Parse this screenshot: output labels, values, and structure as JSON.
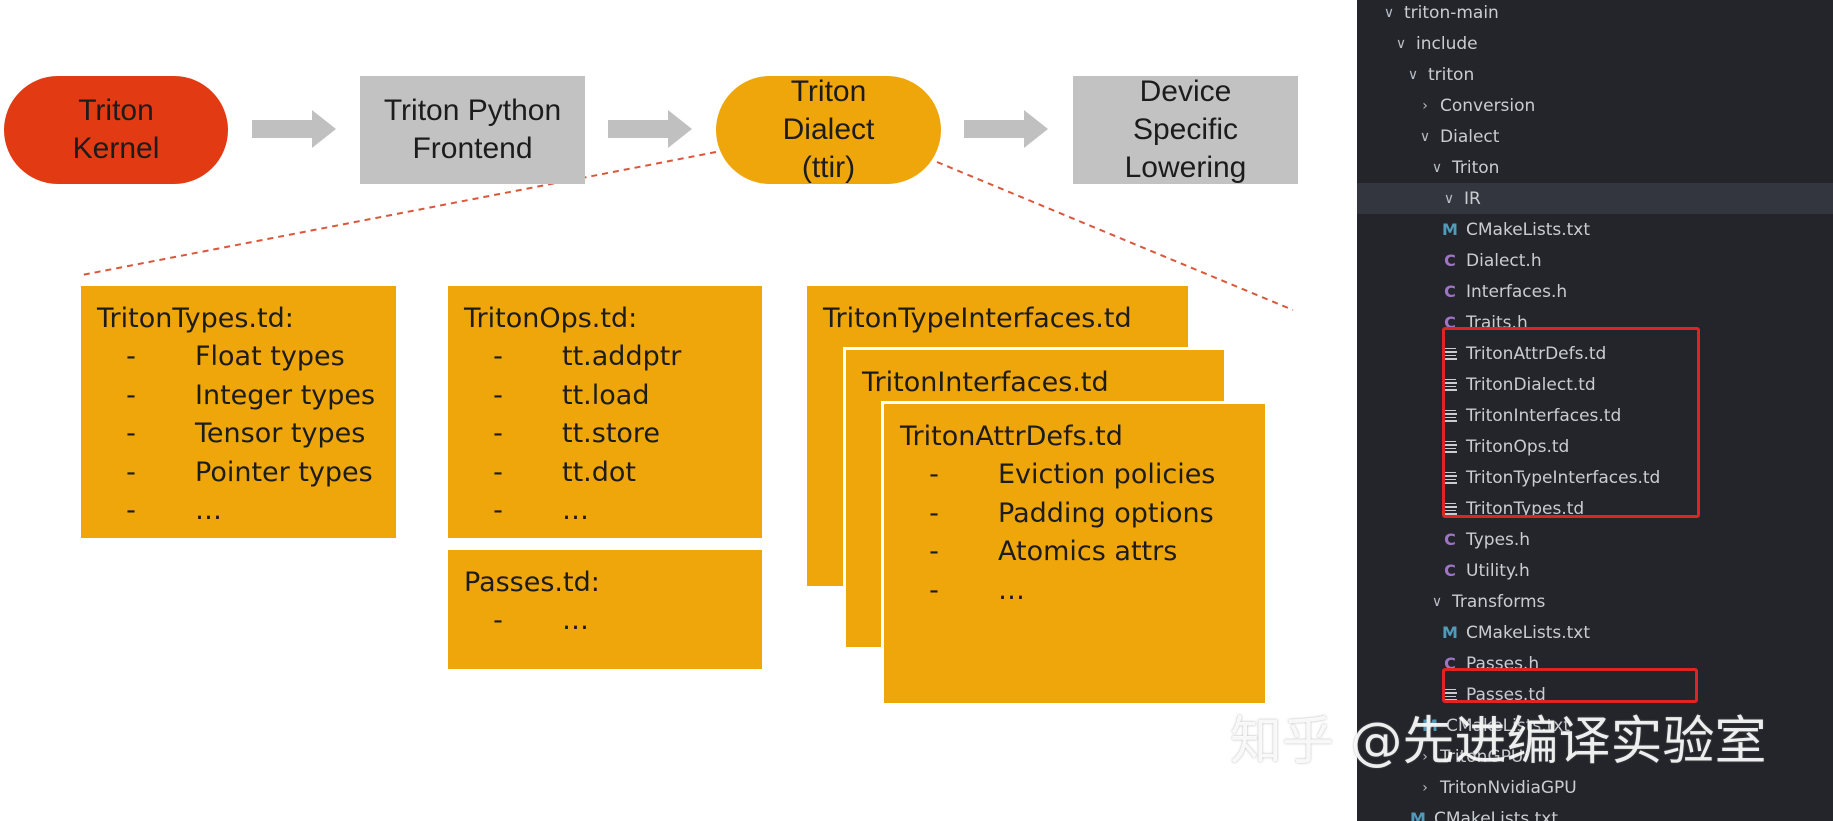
{
  "pipeline": {
    "nodes": [
      {
        "label": "Triton\nKernel",
        "fill": "#e23a12"
      },
      {
        "label": "Triton Python\nFrontend",
        "fill": "#c2c2c2"
      },
      {
        "label": "Triton\nDialect\n(ttir)",
        "fill": "#eea60b"
      },
      {
        "label": "Device\nSpecific\nLowering",
        "fill": "#c2c2c2"
      }
    ],
    "arrow_color": "#c0c0c0",
    "connector_color": "#d9573a"
  },
  "cards": {
    "fill": "#eea60b",
    "types": {
      "title": "TritonTypes.td:",
      "items": [
        "Float types",
        "Integer types",
        "Tensor types",
        "Pointer types",
        "…"
      ]
    },
    "ops": {
      "title": "TritonOps.td:",
      "items": [
        "tt.addptr",
        "tt.load",
        "tt.store",
        "tt.dot",
        "…"
      ]
    },
    "passes": {
      "title": "Passes.td:",
      "items": [
        "…"
      ]
    },
    "type_interfaces": {
      "title": "TritonTypeInterfaces.td"
    },
    "interfaces": {
      "title": "TritonInterfaces.td"
    },
    "attr_defs": {
      "title": "TritonAttrDefs.td",
      "items": [
        "Eviction policies",
        "Padding options",
        "Atomics attrs",
        "…"
      ]
    },
    "bullet": "-"
  },
  "explorer": {
    "highlight_color": "#e02424",
    "rows": [
      {
        "label": "triton-main",
        "chevron": "down",
        "icon": "none"
      },
      {
        "label": "include",
        "chevron": "down",
        "icon": "none"
      },
      {
        "label": "triton",
        "chevron": "down",
        "icon": "none"
      },
      {
        "label": "Conversion",
        "chevron": "right",
        "icon": "none"
      },
      {
        "label": "Dialect",
        "chevron": "down",
        "icon": "none"
      },
      {
        "label": "Triton",
        "chevron": "down",
        "icon": "none"
      },
      {
        "label": "IR",
        "chevron": "down",
        "icon": "none",
        "selected": true
      },
      {
        "label": "CMakeLists.txt",
        "chevron": "none",
        "icon": "M"
      },
      {
        "label": "Dialect.h",
        "chevron": "none",
        "icon": "C"
      },
      {
        "label": "Interfaces.h",
        "chevron": "none",
        "icon": "C"
      },
      {
        "label": "Traits.h",
        "chevron": "none",
        "icon": "C"
      },
      {
        "label": "TritonAttrDefs.td",
        "chevron": "none",
        "icon": "lines"
      },
      {
        "label": "TritonDialect.td",
        "chevron": "none",
        "icon": "lines"
      },
      {
        "label": "TritonInterfaces.td",
        "chevron": "none",
        "icon": "lines"
      },
      {
        "label": "TritonOps.td",
        "chevron": "none",
        "icon": "lines"
      },
      {
        "label": "TritonTypeInterfaces.td",
        "chevron": "none",
        "icon": "lines"
      },
      {
        "label": "TritonTypes.td",
        "chevron": "none",
        "icon": "lines"
      },
      {
        "label": "Types.h",
        "chevron": "none",
        "icon": "C"
      },
      {
        "label": "Utility.h",
        "chevron": "none",
        "icon": "C"
      },
      {
        "label": "Transforms",
        "chevron": "down",
        "icon": "none"
      },
      {
        "label": "CMakeLists.txt",
        "chevron": "none",
        "icon": "M"
      },
      {
        "label": "Passes.h",
        "chevron": "none",
        "icon": "C"
      },
      {
        "label": "Passes.td",
        "chevron": "none",
        "icon": "lines"
      },
      {
        "label": "CMakeLists.txt",
        "chevron": "none",
        "icon": "M"
      },
      {
        "label": "TritonGPU",
        "chevron": "right",
        "icon": "none"
      },
      {
        "label": "TritonNvidiaGPU",
        "chevron": "right",
        "icon": "none"
      },
      {
        "label": "CMakeLists.txt",
        "chevron": "none",
        "icon": "M"
      }
    ]
  },
  "watermark": "知乎 @先进编译实验室"
}
